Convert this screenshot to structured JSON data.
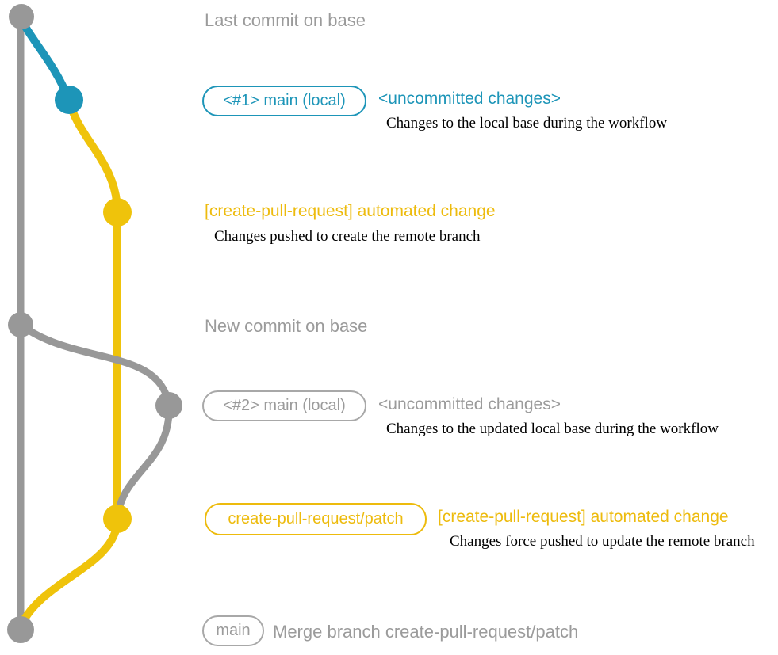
{
  "colors": {
    "gray_line": "#989898",
    "gray_text": "#9b9b9b",
    "blue": "#1d95b8",
    "yellow": "#edbd0e",
    "description_text": "#000000",
    "background": "#ffffff"
  },
  "graph": {
    "commits": [
      {
        "id": "last-commit-on-base",
        "branch": "base",
        "color": "gray"
      },
      {
        "id": "uncommitted-1",
        "branch": "main-local",
        "color": "blue"
      },
      {
        "id": "automated-change-1",
        "branch": "create-pull-request-patch",
        "color": "yellow"
      },
      {
        "id": "new-commit-on-base",
        "branch": "base",
        "color": "gray"
      },
      {
        "id": "uncommitted-2",
        "branch": "main-local",
        "color": "gray"
      },
      {
        "id": "automated-change-2",
        "branch": "create-pull-request-patch",
        "color": "yellow"
      },
      {
        "id": "merge-commit",
        "branch": "base",
        "color": "gray"
      }
    ]
  },
  "rows": {
    "last_commit": {
      "message": "Last commit on base"
    },
    "local1": {
      "tag": "<#1> main (local)",
      "message": "<uncommitted changes>",
      "description": "Changes to the local base during the workflow"
    },
    "patch1": {
      "message": "[create-pull-request] automated change",
      "description": "Changes pushed to create the remote branch"
    },
    "new_commit": {
      "message": "New commit on base"
    },
    "local2": {
      "tag": "<#2> main (local)",
      "message": "<uncommitted changes>",
      "description": "Changes to the updated local base during the workflow"
    },
    "patch2": {
      "tag": "create-pull-request/patch",
      "message": "[create-pull-request] automated change",
      "description": "Changes force pushed to update the remote branch"
    },
    "merge": {
      "tag": "main",
      "message": "Merge branch create-pull-request/patch"
    }
  }
}
